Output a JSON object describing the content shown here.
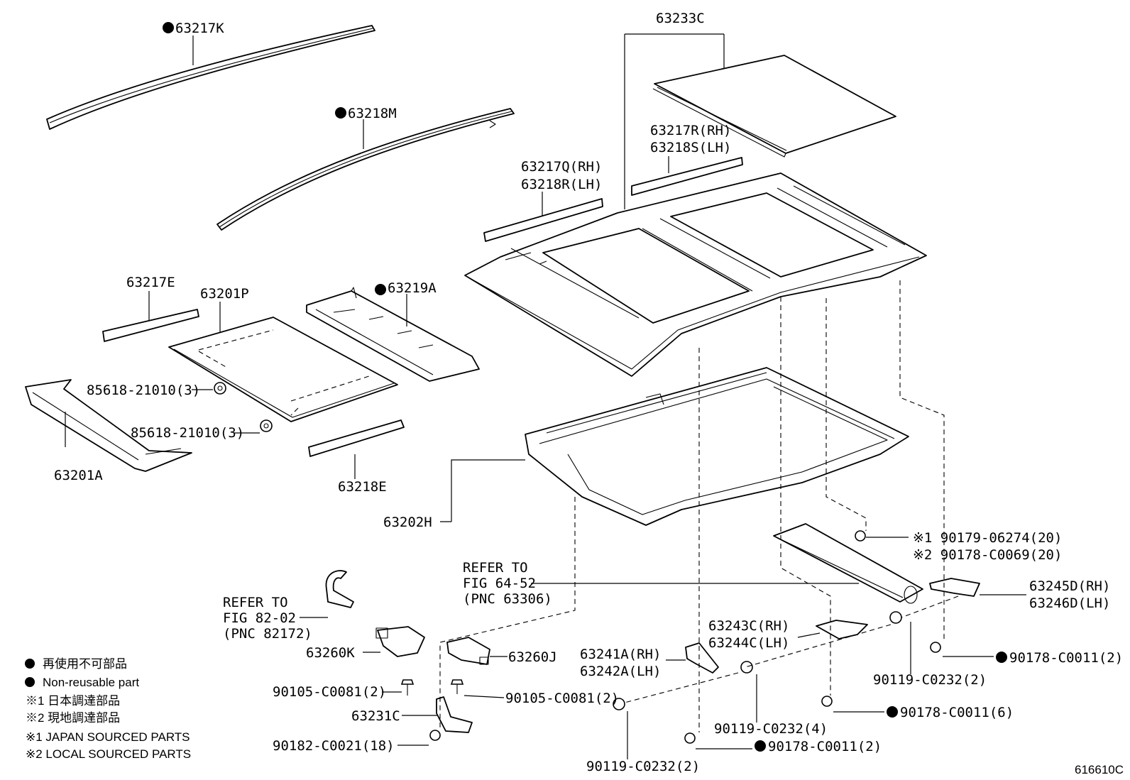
{
  "diagram_code": "616610C",
  "labels": {
    "l_63217K": "63217K",
    "l_63218M": "63218M",
    "l_63233C": "63233C",
    "l_63217R": "63217R(RH)",
    "l_63218S": "63218S(LH)",
    "l_63217Q": "63217Q(RH)",
    "l_63218R": "63218R(LH)",
    "l_63217E": "63217E",
    "l_63201P": "63201P",
    "l_63219A": "63219A",
    "l_85618a": "85618-21010(3)",
    "l_85618b": "85618-21010(3)",
    "l_63201A": "63201A",
    "l_63218E": "63218E",
    "l_63202H": "63202H",
    "l_90179": "※1 90179-06274(20)",
    "l_90178_69": "※2 90178-C0069(20)",
    "l_ref64_1": "REFER TO",
    "l_ref64_2": "FIG 64-52",
    "l_ref64_3": "(PNC 63306)",
    "l_63245D": "63245D(RH)",
    "l_63246D": "63246D(LH)",
    "l_ref82_1": "REFER TO",
    "l_ref82_2": "FIG 82-02",
    "l_ref82_3": "(PNC 82172)",
    "l_63243C": "63243C(RH)",
    "l_63244C": "63244C(LH)",
    "l_63260K": "63260K",
    "l_63260J": "63260J",
    "l_63241A": "63241A(RH)",
    "l_63242A": "63242A(LH)",
    "l_90119_2a": "90119-C0232(2)",
    "l_90178_11_2a": "90178-C0011(2)",
    "l_90105a": "90105-C0081(2)",
    "l_90105b": "90105-C0081(2)",
    "l_90119_4": "90119-C0232(4)",
    "l_90178_11_6": "90178-C0011(6)",
    "l_63231C": "63231C",
    "l_90182": "90182-C0021(18)",
    "l_90178_11_2b": "90178-C0011(2)",
    "l_90119_2b": "90119-C0232(2)"
  },
  "legend": {
    "non_reusable_jp": "再使用不可部品",
    "non_reusable_en": "Non-reusable part",
    "japan_sourced_jp": "※1 日本調達部品",
    "local_sourced_jp": "※2 現地調達部品",
    "japan_sourced_en": "※1 JAPAN SOURCED PARTS",
    "local_sourced_en": "※2 LOCAL SOURCED PARTS"
  }
}
